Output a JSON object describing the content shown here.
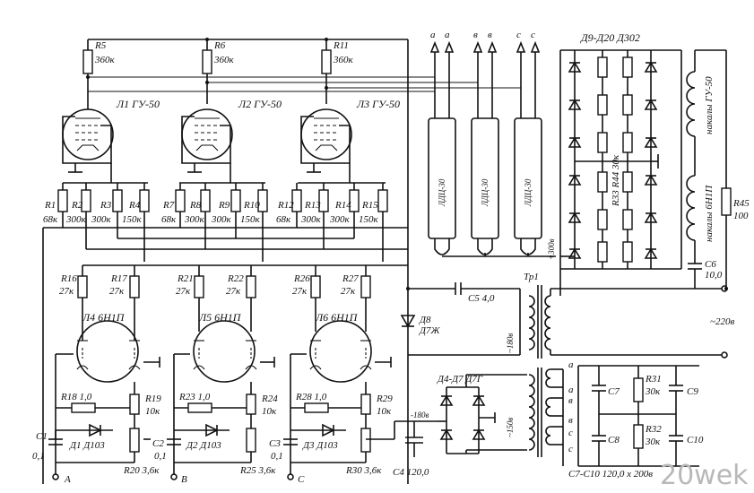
{
  "labels": {
    "r5": "R5",
    "r5v": "360к",
    "r6": "R6",
    "r6v": "360к",
    "r11": "R11",
    "r11v": "360к",
    "l1": "Л1 ГУ-50",
    "l2": "Л2 ГУ-50",
    "l3": "Л3 ГУ-50",
    "r1": "R1",
    "r1v": "68к",
    "r2": "R2",
    "r2v": "300к",
    "r3": "R3",
    "r3v": "300к",
    "r4": "R4",
    "r4v": "150к",
    "r7": "R7",
    "r7v": "68к",
    "r8": "R8",
    "r8v": "300к",
    "r9": "R9",
    "r9v": "300к",
    "r10": "R10",
    "r10v": "150к",
    "r12": "R12",
    "r12v": "68к",
    "r13": "R13",
    "r13v": "300к",
    "r14": "R14",
    "r14v": "300к",
    "r15": "R15",
    "r15v": "150к",
    "r16": "R16",
    "r16v": "27к",
    "r17": "R17",
    "r17v": "27к",
    "r21": "R21",
    "r21v": "27к",
    "r22": "R22",
    "r22v": "27к",
    "r26": "R26",
    "r26v": "27к",
    "r27": "R27",
    "r27v": "27к",
    "l4": "Л4 6Н1П",
    "l5": "Л5 6Н1П",
    "l6": "Л6 6Н1П",
    "r18": "R18 1,0",
    "r19": "R19",
    "r19v": "10к",
    "r23": "R23 1,0",
    "r24": "R24",
    "r24v": "10к",
    "r28": "R28 1,0",
    "r29": "R29",
    "r29v": "10к",
    "c1": "C1",
    "c1v": "0,1",
    "d1": "Д1 Д103",
    "c2": "C2",
    "c2v": "0,1",
    "d2": "Д2 Д103",
    "c3": "C3",
    "c3v": "0,1",
    "d3": "Д3 Д103",
    "r20": "R20 3,6к",
    "r25": "R25 3,6к",
    "r30": "R30 3,6к",
    "inA": "A",
    "inB": "B",
    "inC": "C",
    "ldc1": "ЛДЦ-30",
    "ldc2": "ЛДЦ-30",
    "ldc3": "ЛДЦ-30",
    "topA1": "a",
    "topA2": "a",
    "topB1": "в",
    "topB2": "в",
    "topC1": "c",
    "topC2": "c",
    "c5": "C5 4,0",
    "d8": "Д8",
    "d8v": "Д7Ж",
    "v180a": "~180в",
    "v300": "+300в",
    "v180b": "-180в",
    "v150": "~150в",
    "v220": "~220в",
    "tr1": "Тр1",
    "d4d7": "Д4-Д7 Д7Г",
    "c4": "C4 120,0",
    "dBank": "Д9-Д20 Д302",
    "r33": "R33 R44 30к",
    "nak1": "накалы ГУ-50",
    "nak2": "накалы 6Н1П",
    "r45": "R45",
    "r45v": "100",
    "c6": "C6",
    "c6v": "10,0",
    "tA": "a",
    "tA2": "a",
    "tB": "в",
    "tB2": "в",
    "tC": "c",
    "tC2": "c",
    "c7": "C7",
    "c8": "C8",
    "c9": "C9",
    "c10": "C10",
    "r31": "R31",
    "r31v": "30к",
    "r32": "R32",
    "r32v": "30к",
    "cFoot": "C7-C10 120,0 x 200в",
    "watermark": "20wek"
  }
}
